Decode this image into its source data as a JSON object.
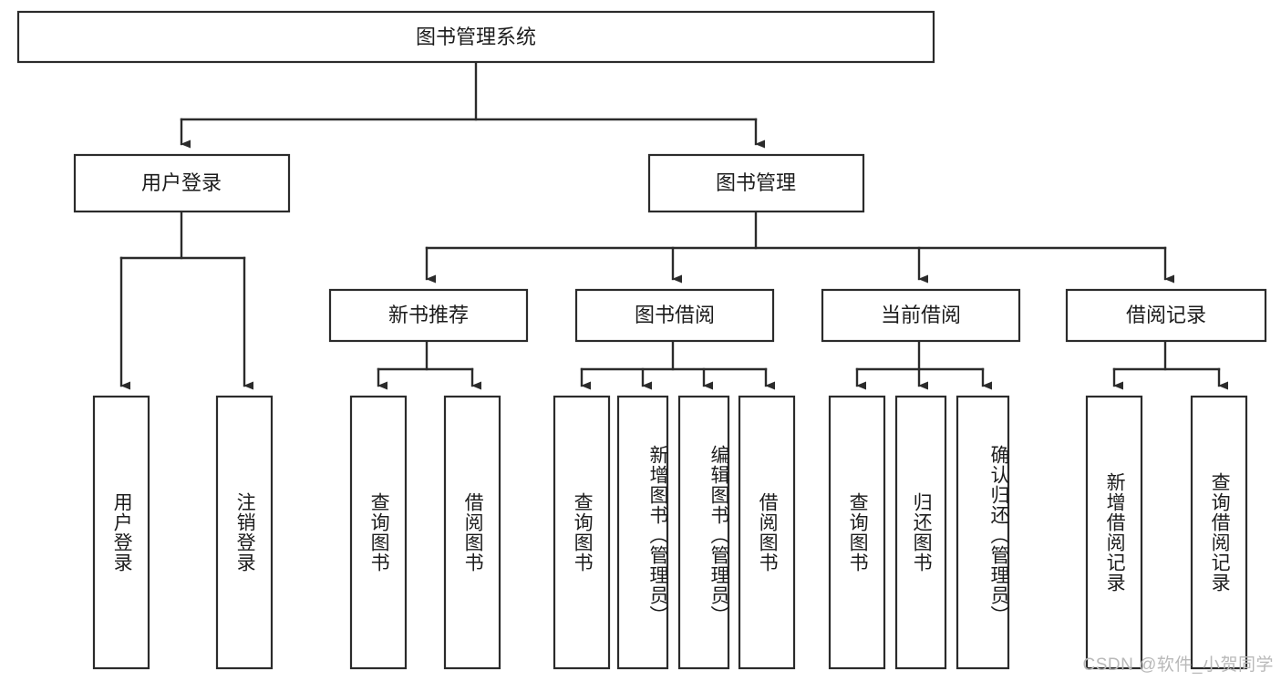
{
  "diagram": {
    "title": "图书管理系统",
    "type": "tree-hierarchy-flowchart",
    "colors": {
      "box_stroke": "#2b2b2b",
      "box_fill": "#ffffff",
      "connector": "#2b2b2b",
      "text": "#1c1c1c",
      "watermark": "#b9b9b9",
      "background": "#ffffff"
    },
    "root": {
      "label": "图书管理系统"
    },
    "level2": [
      {
        "label": "用户登录"
      },
      {
        "label": "图书管理"
      }
    ],
    "level3": [
      {
        "label": "新书推荐"
      },
      {
        "label": "图书借阅"
      },
      {
        "label": "当前借阅"
      },
      {
        "label": "借阅记录"
      }
    ],
    "leaves": {
      "user_login": [
        {
          "label": "用户登录"
        },
        {
          "label": "注销登录"
        }
      ],
      "new_book_recommend": [
        {
          "label": "查询图书"
        },
        {
          "label": "借阅图书"
        }
      ],
      "book_borrow": [
        {
          "label": "查询图书"
        },
        {
          "label": "新增图书（管理员）"
        },
        {
          "label": "编辑图书（管理员）"
        },
        {
          "label": "借阅图书"
        }
      ],
      "current_borrow": [
        {
          "label": "查询图书"
        },
        {
          "label": "归还图书"
        },
        {
          "label": "确认归还（管理员）"
        }
      ],
      "borrow_record": [
        {
          "label": "新增借阅记录"
        },
        {
          "label": "查询借阅记录"
        }
      ]
    }
  },
  "watermark": {
    "text": "CSDN @软件_小贺同学"
  }
}
